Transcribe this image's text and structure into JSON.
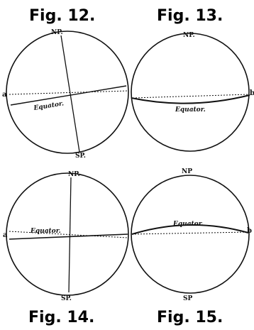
{
  "figures": [
    {
      "caption": "Fig. 12.",
      "np": "NP.",
      "sp": "SP.",
      "equator": "Equator.",
      "left_letter": "a",
      "right_letter": ""
    },
    {
      "caption": "Fig. 13.",
      "np": "NP.",
      "sp": "",
      "equator": "Equator.",
      "left_letter": "",
      "right_letter": "b"
    },
    {
      "caption": "Fig. 14.",
      "np": "NP.",
      "sp": "SP.",
      "equator": "Equator.",
      "left_letter": "a",
      "right_letter": ""
    },
    {
      "caption": "Fig. 15.",
      "np": "NP",
      "sp": "SP",
      "equator": "Equator.",
      "left_letter": "",
      "right_letter": "b"
    }
  ],
  "colors": {
    "ink": "#111111",
    "paper": "#ffffff"
  }
}
